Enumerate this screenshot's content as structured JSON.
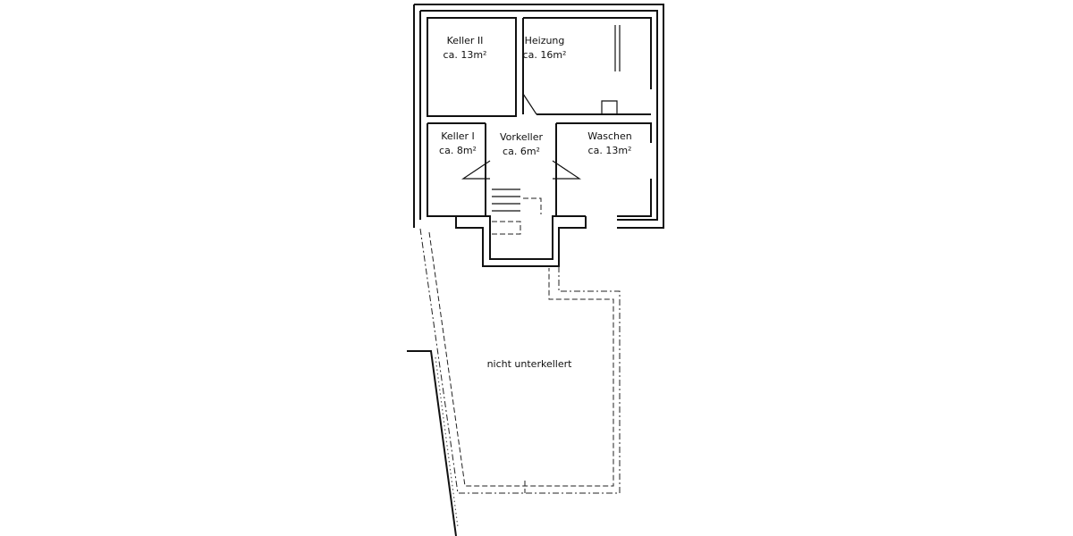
{
  "rooms": [
    {
      "name": "Keller II",
      "area": "ca. 13m²"
    },
    {
      "name": "Heizung",
      "area": "ca. 16m²"
    },
    {
      "name": "Keller I",
      "area": "ca. 8m²"
    },
    {
      "name": "Vorkeller",
      "area": "ca. 6m²"
    },
    {
      "name": "Waschen",
      "area": "ca. 13m²"
    }
  ],
  "unbasemented_label": "nicht unterkellert"
}
